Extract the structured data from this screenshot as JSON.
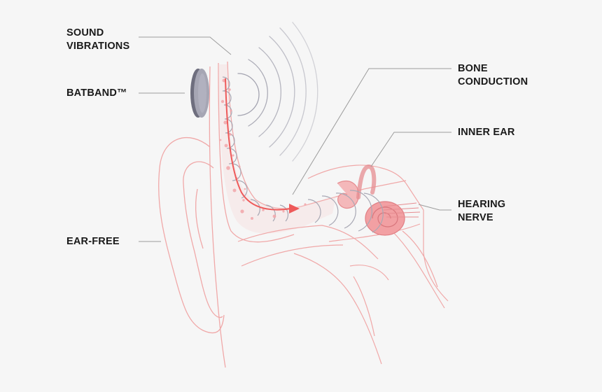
{
  "labels": {
    "sound_vibrations": [
      "SOUND",
      "VIBRATIONS"
    ],
    "batband": [
      "BATBAND™"
    ],
    "ear_free": [
      "EAR-FREE"
    ],
    "bone_conduction": [
      "BONE",
      "CONDUCTION"
    ],
    "inner_ear": [
      "INNER EAR"
    ],
    "hearing_nerve": [
      "HEARING",
      "NERVE"
    ]
  },
  "colors": {
    "background": "#f6f6f6",
    "anatomy_outline": "#f0a8a8",
    "anatomy_fill": "#f7d6d6",
    "cochlea": "#f2a0a3",
    "arrow": "#ee5a5a",
    "waves": "#9a9aa8",
    "leader_lines": "#9c9c9c",
    "device": "#8f8fa0",
    "text": "#1a1a1a"
  }
}
